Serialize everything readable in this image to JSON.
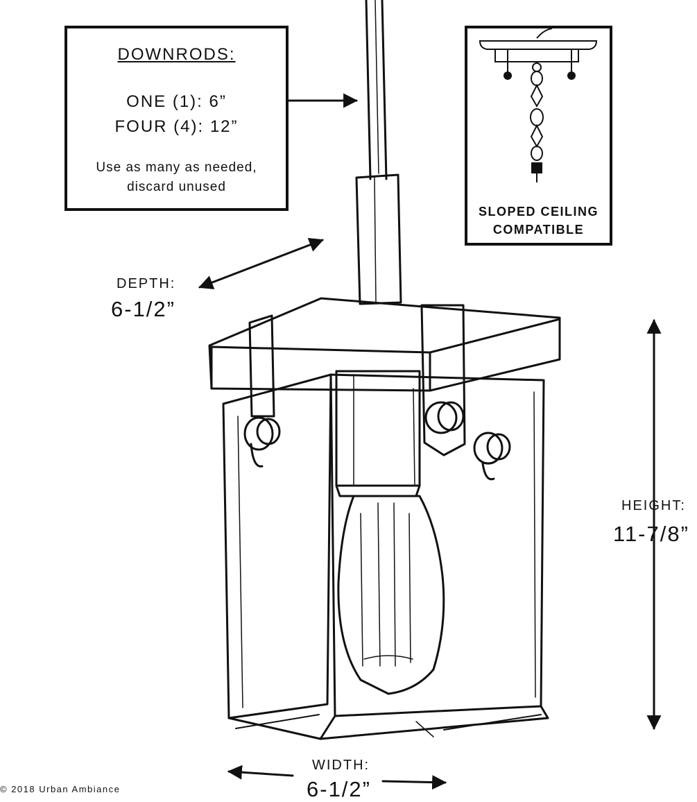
{
  "downrods": {
    "title": "DOWNRODS:",
    "line1": "ONE (1): 6”",
    "line2": "FOUR (4): 12”",
    "note1": "Use as many as needed,",
    "note2": "discard unused"
  },
  "sloped": {
    "line1": "SLOPED CEILING",
    "line2": "COMPATIBLE"
  },
  "depth": {
    "label": "DEPTH:",
    "value": "6-1/2”"
  },
  "height": {
    "label": "HEIGHT:",
    "value": "11-7/8”"
  },
  "width": {
    "label": "WIDTH:",
    "value": "6-1/2”"
  },
  "copyright": "© 2018 Urban Ambiance"
}
